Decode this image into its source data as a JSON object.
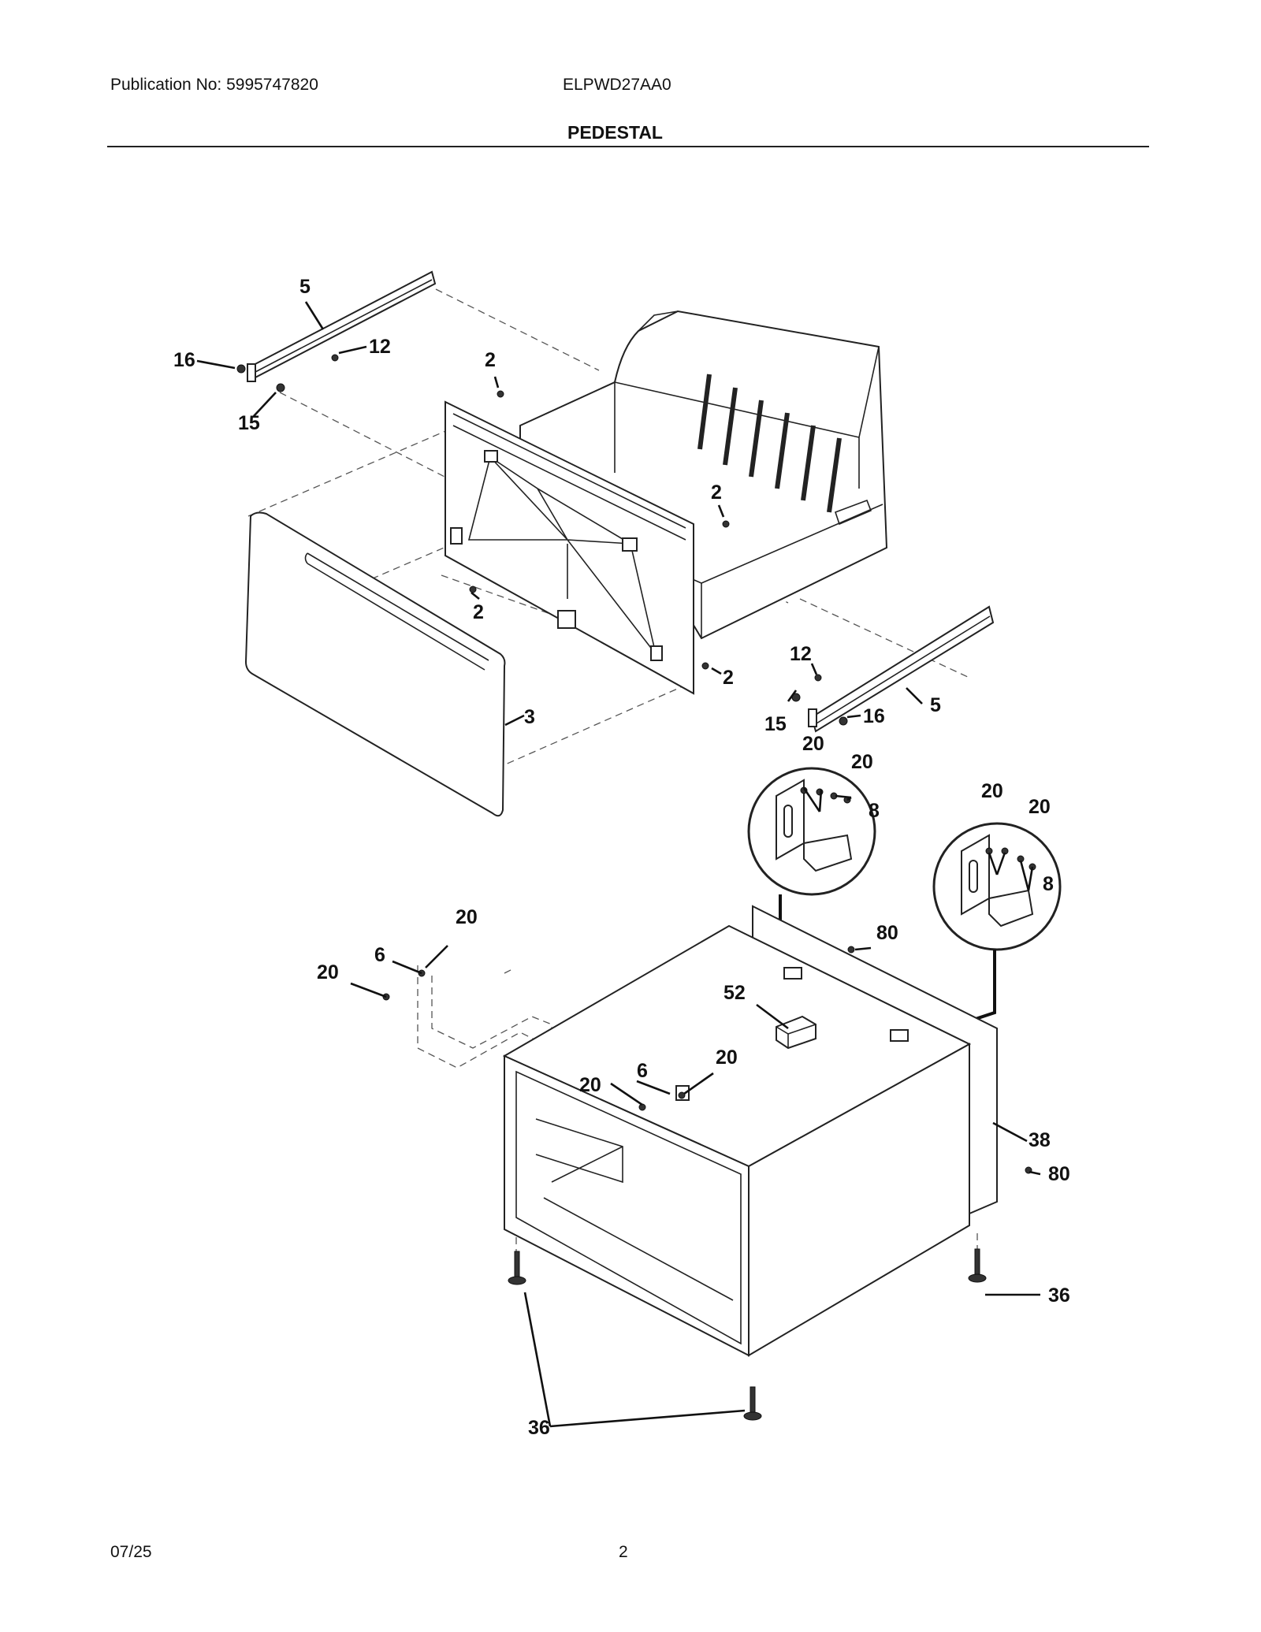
{
  "header": {
    "publication": "Publication No: 5995747820",
    "model": "ELPWD27AA0",
    "title": "PEDESTAL"
  },
  "footer": {
    "date": "07/25",
    "page": "2"
  },
  "callouts": {
    "c5a": "5",
    "c16a": "16",
    "c12a": "12",
    "c15a": "15",
    "c2a": "2",
    "c2b": "2",
    "c2c": "2",
    "c2d": "2",
    "c3": "3",
    "c12b": "12",
    "c15b": "15",
    "c16b": "16",
    "c5b": "5",
    "c20a": "20",
    "c20b": "20",
    "c8a": "8",
    "c20c": "20",
    "c20d": "20",
    "c8b": "8",
    "c20e": "20",
    "c6a": "6",
    "c20f": "20",
    "c80a": "80",
    "c52": "52",
    "c20g": "20",
    "c6b": "6",
    "c20h": "20",
    "c38": "38",
    "c80b": "80",
    "c36a": "36",
    "c36b": "36"
  }
}
